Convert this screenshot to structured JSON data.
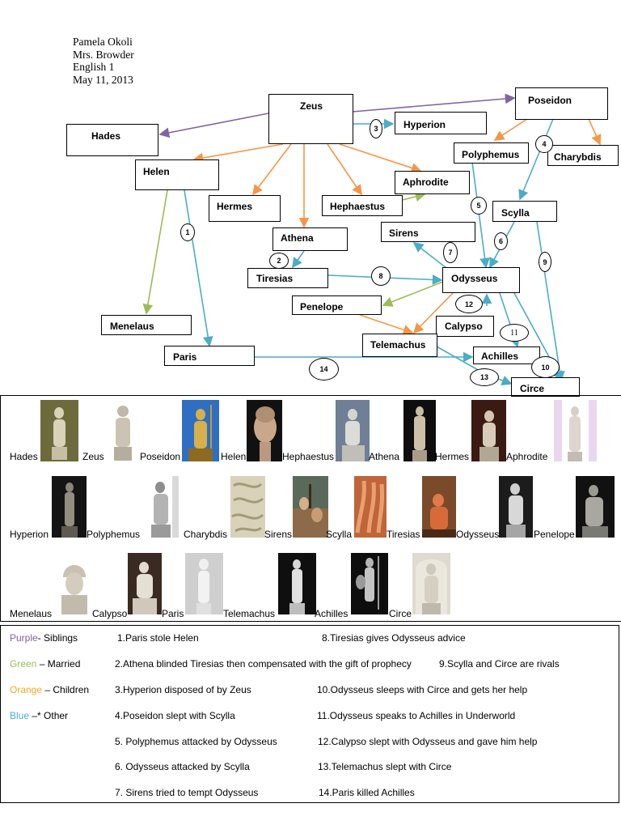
{
  "header": {
    "name": "Pamela Okoli",
    "teacher": "Mrs. Browder",
    "course": "English 1",
    "date": "May 11, 2013"
  },
  "nodes": {
    "zeus": "Zeus",
    "poseidon": "Poseidon",
    "hades": "Hades",
    "hyperion": "Hyperion",
    "helen": "Helen",
    "polyphemus": "Polyphemus",
    "charybdis": "Charybdis",
    "aphrodite": "Aphrodite",
    "hermes": "Hermes",
    "hephaestus": "Hephaestus",
    "scylla": "Scylla",
    "sirens": "Sirens",
    "athena": "Athena",
    "tiresias": "Tiresias",
    "odysseus": "Odysseus",
    "penelope": "Penelope",
    "menelaus": "Menelaus",
    "calypso": "Calypso",
    "telemachus": "Telemachus",
    "paris": "Paris",
    "achilles": "Achilles",
    "circe": "Circe"
  },
  "numbers": [
    "1",
    "2",
    "3",
    "4",
    "5",
    "6",
    "7",
    "8",
    "9",
    "10",
    "11",
    "12",
    "13",
    "14"
  ],
  "colors": {
    "purple": "#8064a2",
    "green": "#9bbb59",
    "orange": "#f79646",
    "blue": "#4bacc6"
  },
  "gallery": {
    "row1": [
      "Hades",
      "Zeus",
      "Poseidon",
      "Helen",
      "Hephaestus",
      "Athena",
      "Hermes",
      "Aphrodite"
    ],
    "row2": [
      "Hyperion",
      "Polyphemus",
      "Charybdis",
      "Sirens",
      "Scylla",
      "Tiresias",
      "Odysseus",
      "Penelope"
    ],
    "row3": [
      "Menelaus",
      "Calypso",
      "Paris",
      "Telemachus",
      "Achilles",
      "Circe"
    ]
  },
  "legend": {
    "purple_word": "Purple",
    "purple_rest": "- Siblings",
    "green_word": "Green",
    "green_rest": " – Married",
    "orange_word": "Orange",
    "orange_rest": " – Children",
    "blue_word": "Blue",
    "blue_rest": " –* Other",
    "notes": [
      "1.Paris stole Helen",
      "2.Athena blinded Tiresias then compensated with the gift of prophecy",
      "3.Hyperion disposed of by Zeus",
      "4.Poseidon slept with Scylla",
      "5. Polyphemus attacked by Odysseus",
      "6. Odysseus attacked by Scylla",
      "7. Sirens tried to tempt Odysseus",
      "8.Tiresias gives Odysseus advice",
      "9.Scylla and Circe are rivals",
      "10.Odysseus sleeps with Circe and gets her help",
      "11.Odysseus speaks to Achilles in Underworld",
      "12.Calypso slept with Odysseus and gave him help",
      "13.Telemachus slept with Circe",
      "14.Paris killed Achilles"
    ]
  }
}
